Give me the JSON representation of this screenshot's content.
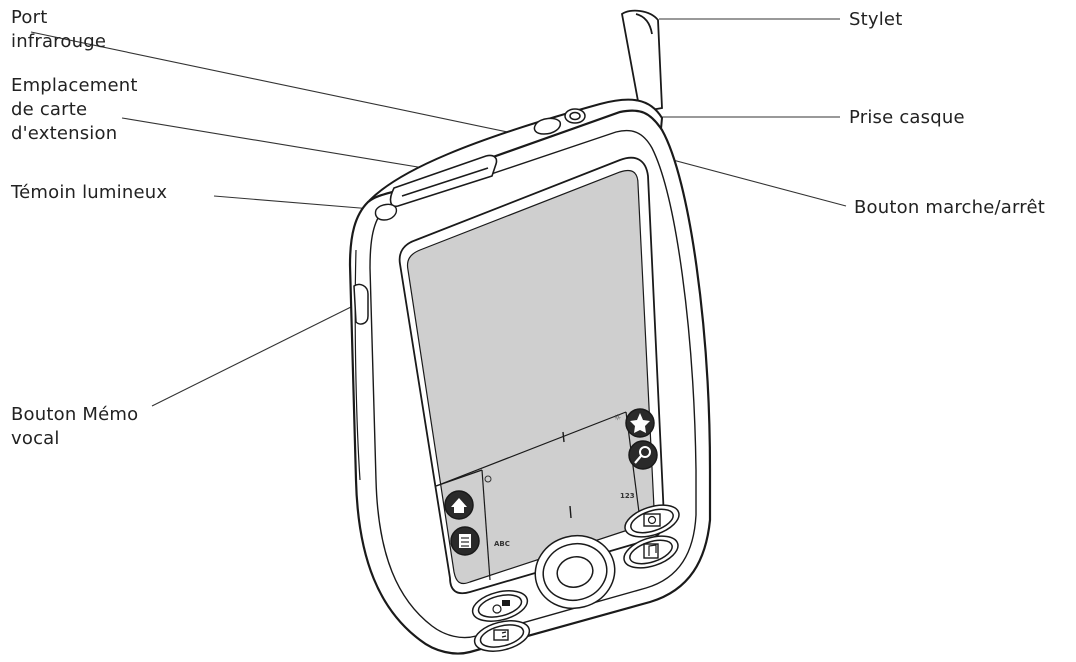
{
  "labels": {
    "port_infrarouge": [
      "Port",
      "infrarouge"
    ],
    "emplacement_carte": [
      "Emplacement",
      "de carte",
      "d'extension"
    ],
    "temoin_lumineux": [
      "Témoin lumineux"
    ],
    "bouton_memo_vocal": [
      "Bouton Mémo",
      "vocal"
    ],
    "stylet": [
      "Stylet"
    ],
    "prise_casque": [
      "Prise casque"
    ],
    "bouton_marche_arret": [
      "Bouton marche/arrêt"
    ]
  },
  "graffiti_area": {
    "abc": "ABC",
    "num": "123"
  },
  "colors": {
    "screen": "#cfcfcf",
    "outline": "#1a1a1a",
    "leader_line": "#333333",
    "body": "#ffffff",
    "button_fill": "#2a2a2a"
  }
}
